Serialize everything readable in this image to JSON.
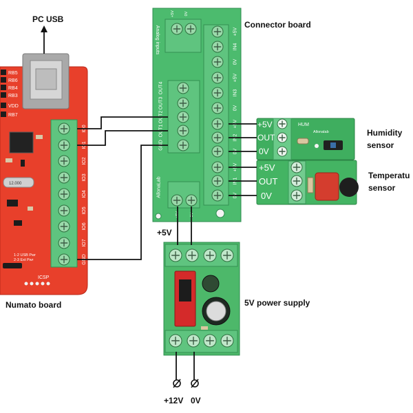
{
  "labels": {
    "pc_usb": "PC USB",
    "connector_board": "Connector board",
    "humidity_line1": "Humidity",
    "humidity_line2": "sensor",
    "temperature_line1": "Temperatu",
    "temperature_line2": "sensor",
    "power_supply": "5V power supply",
    "numato_board": "Numato board",
    "psu_input_5v": "+5V",
    "psu_input_12v": "+12V",
    "psu_input_0v": "0V"
  },
  "numato": {
    "header_pins": [
      "RB5",
      "RB6",
      "RB4",
      "RB3",
      "VDD",
      "RB7"
    ],
    "io_terminals": [
      "IO0",
      "IO1",
      "IO2",
      "IO3",
      "IO4",
      "IO5",
      "IO6",
      "IO7",
      "GND"
    ],
    "crystal_text": "12.000",
    "jumper_text": [
      "1-2 USB Pwr",
      "2-3 Ext Pwr"
    ],
    "icsp": "ICSP"
  },
  "connector": {
    "analog_label": "Analog inputs",
    "analog_pins": [
      "+5V",
      "0V"
    ],
    "input_terminals": [
      "+5V",
      "IN4",
      "0V",
      "+5V",
      "IN3",
      "0V",
      "+5V",
      "IN2",
      "0V",
      "+5V",
      "IN1",
      "0V"
    ],
    "output_terminals": [
      "OUT4",
      "OUT3",
      "OUT2",
      "OUT1",
      "GND"
    ],
    "power_terminals": [
      "+5V",
      "0V"
    ],
    "brand": "AllonaLab"
  },
  "humidity_board": {
    "pins": [
      "+5V",
      "OUT",
      "0V"
    ],
    "marking": "HUM",
    "brand": "Allonalab"
  },
  "temperature_board": {
    "pins": [
      "+5V",
      "OUT",
      "0V"
    ]
  },
  "colors": {
    "numato_pcb": "#e8402b",
    "green_pcb": "#4cbb6e",
    "terminal_block": "#5fc47f",
    "wire": "#111111",
    "background": "#ffffff"
  }
}
